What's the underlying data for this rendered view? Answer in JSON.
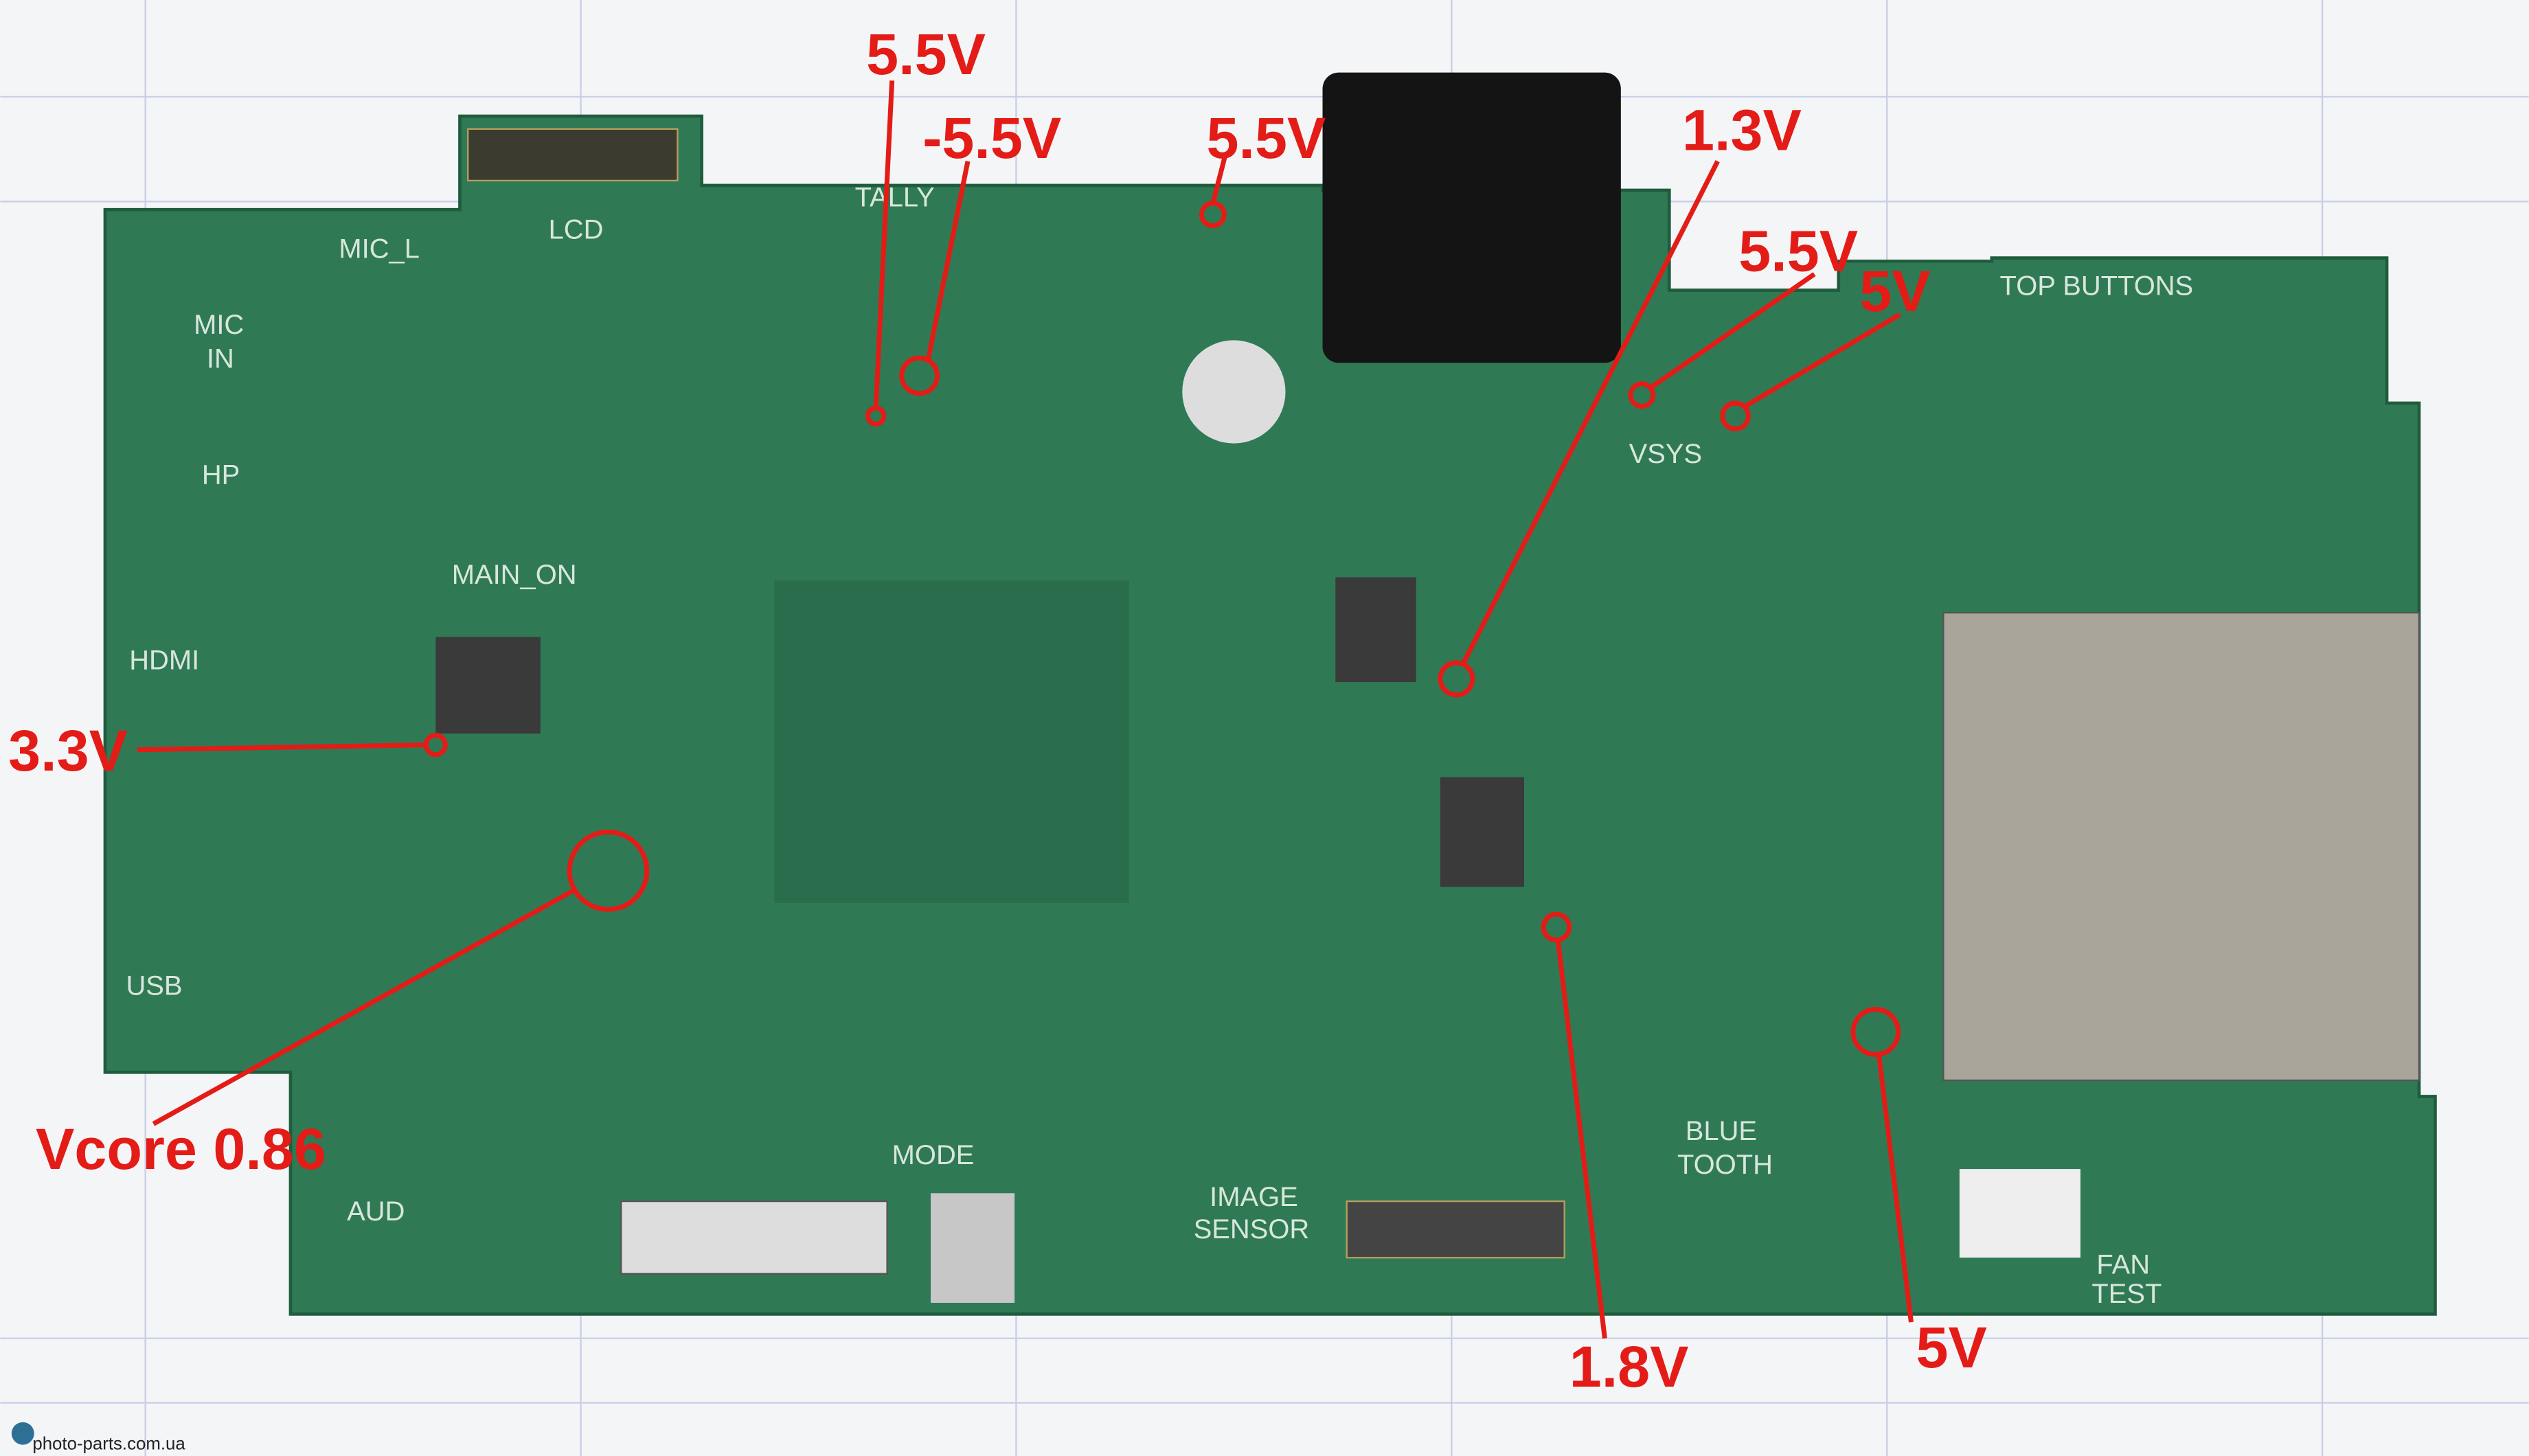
{
  "annotations": [
    {
      "label": "5.5V"
    },
    {
      "label": "-5.5V"
    },
    {
      "label": "5.5V"
    },
    {
      "label": "1.3V"
    },
    {
      "label": "5.5V"
    },
    {
      "label": "5V"
    },
    {
      "label": "3.3V"
    },
    {
      "label": "Vcore 0.86"
    },
    {
      "label": "1.8V"
    },
    {
      "label": "5V"
    }
  ],
  "silkscreen": {
    "mic_l": "MIC_L",
    "mic": "MIC",
    "in": "IN",
    "hp": "HP",
    "hdmi": "HDMI",
    "usb": "USB",
    "aud": "AUD",
    "mode": "MODE",
    "image": "IMAGE",
    "sensor": "SENSOR",
    "blue": "BLUE",
    "tooth": "TOOTH",
    "fan": "FAN",
    "test": "TEST",
    "top_buttons": "TOP BUTTONS",
    "tally": "TALLY",
    "lcd": "LCD",
    "main_on": "MAIN_ON",
    "vsys": "VSYS"
  },
  "colors": {
    "annotation": "#e31c17",
    "board": "#2f7a55",
    "grid": "#c9cfe6"
  },
  "watermark": "photo-parts.com.ua"
}
